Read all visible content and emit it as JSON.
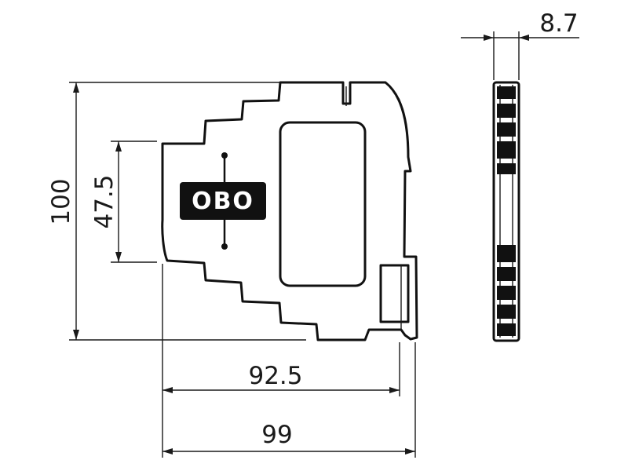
{
  "dimensions": {
    "height_total": "100",
    "height_rail": "47.5",
    "depth_front": "92.5",
    "depth_total": "99",
    "width": "8.7"
  },
  "logo": {
    "text": "OBO"
  },
  "colors": {
    "line": "#1a1a1a",
    "logo_bg": "#111111",
    "logo_fg": "#ffffff"
  }
}
